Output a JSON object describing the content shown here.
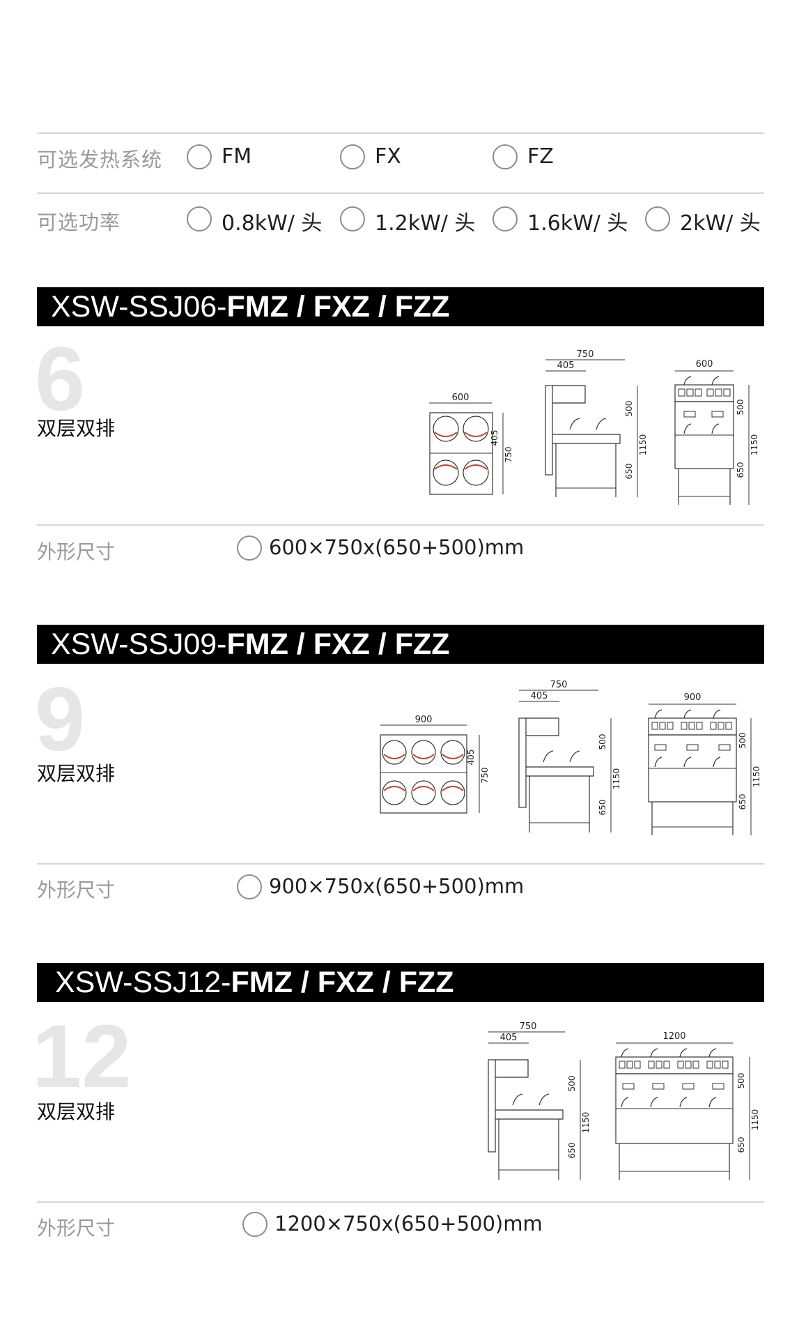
{
  "options": {
    "heating": {
      "label": "可选发热系统",
      "values": [
        "FM",
        "FX",
        "FZ"
      ]
    },
    "power": {
      "label": "可选功率",
      "values": [
        "0.8kW/ 头",
        "1.2kW/ 头",
        "1.6kW/ 头",
        "2kW/ 头"
      ]
    }
  },
  "products": [
    {
      "model_prefix": "XSW-SSJ06-",
      "model_suffix": "FMZ / FXZ / FZZ",
      "number": "6",
      "subtitle": "双层双排",
      "dim_label": "外形尺寸",
      "dimensions": "600×750x(650+500)mm",
      "drawing_labels": {
        "top_width": "600",
        "top_405": "405",
        "top_750": "750",
        "side_750": "750",
        "side_405": "405",
        "side_500": "500",
        "side_650": "650",
        "side_1150": "1150",
        "front_width": "600",
        "front_500": "500",
        "front_650": "650",
        "front_1150": "1150"
      }
    },
    {
      "model_prefix": "XSW-SSJ09-",
      "model_suffix": "FMZ / FXZ / FZZ",
      "number": "9",
      "subtitle": "双层双排",
      "dim_label": "外形尺寸",
      "dimensions": "900×750x(650+500)mm",
      "drawing_labels": {
        "top_width": "900",
        "top_405": "405",
        "top_750": "750",
        "side_750": "750",
        "side_405": "405",
        "side_500": "500",
        "side_650": "650",
        "side_1150": "1150",
        "front_width": "900",
        "front_500": "500",
        "front_650": "650",
        "front_1150": "1150"
      }
    },
    {
      "model_prefix": "XSW-SSJ12-",
      "model_suffix": "FMZ / FXZ / FZZ",
      "number": "12",
      "subtitle": "双层双排",
      "dim_label": "外形尺寸",
      "dimensions": "1200×750x(650+500)mm",
      "drawing_labels": {
        "side_750": "750",
        "side_405": "405",
        "side_500": "500",
        "side_650": "650",
        "side_1150": "1150",
        "front_width": "1200",
        "front_500": "500",
        "front_650": "650",
        "front_1150": "1150"
      }
    }
  ]
}
